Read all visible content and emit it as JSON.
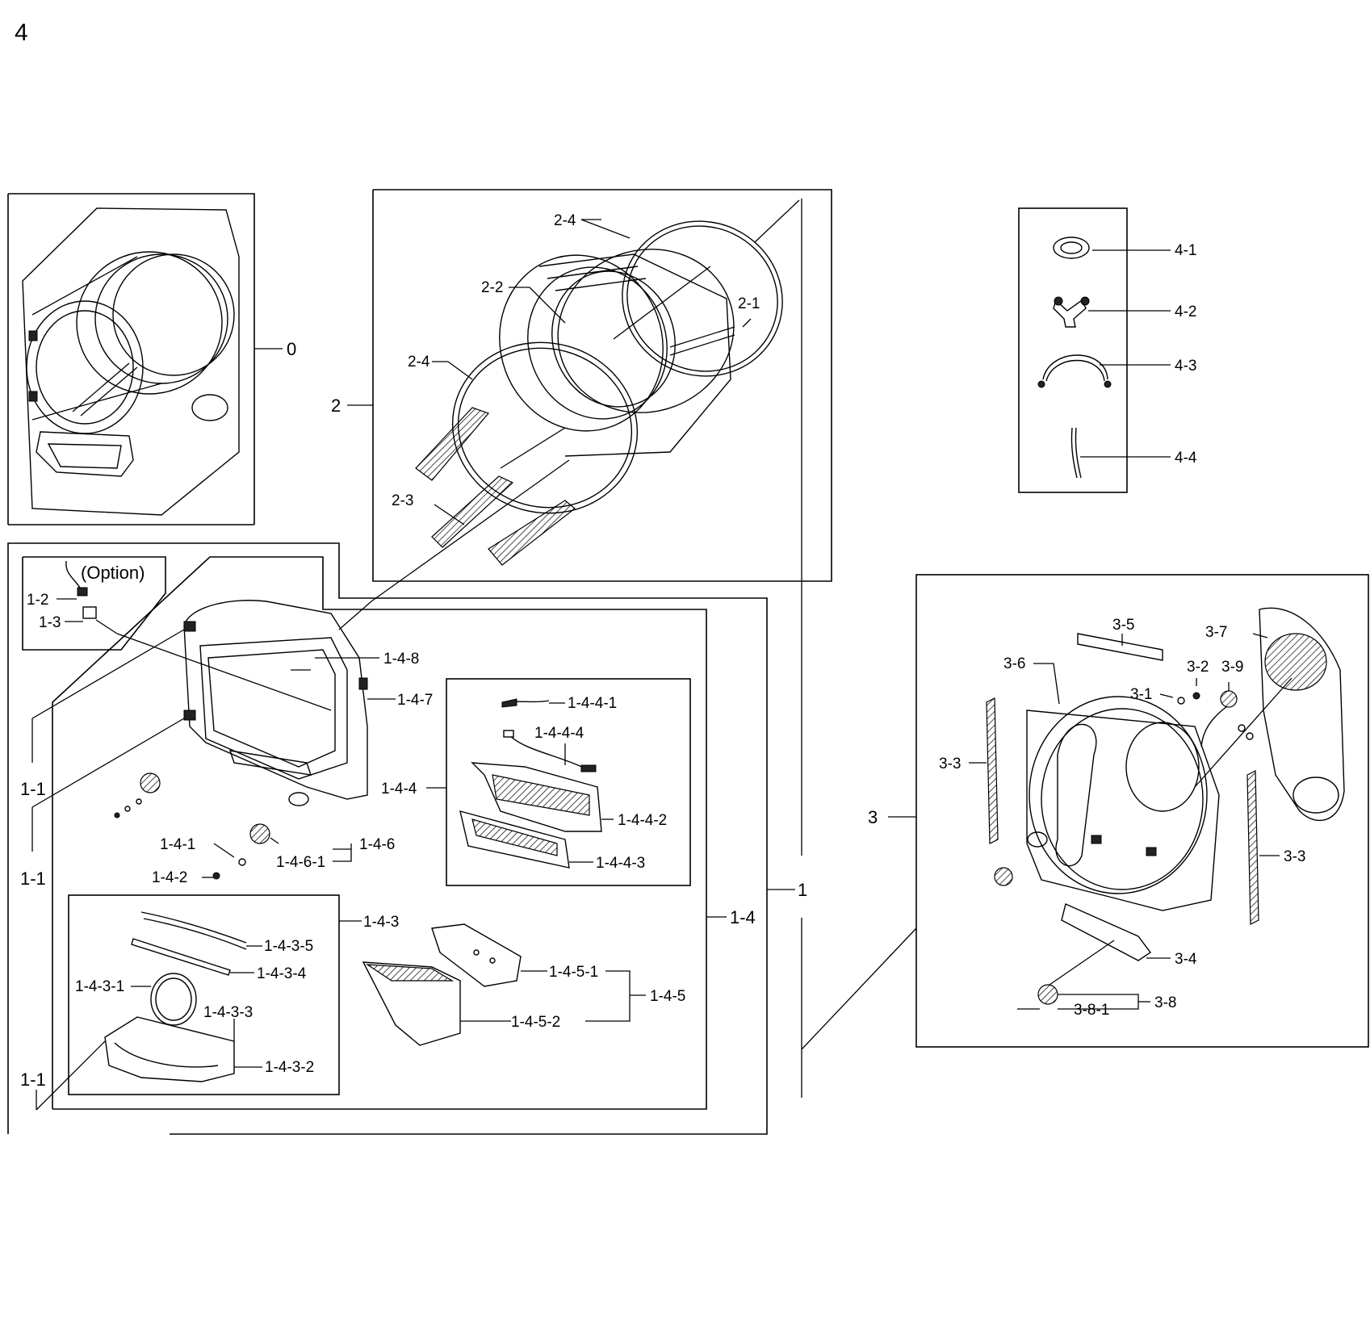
{
  "page_number": "4",
  "option_note": "(Option)",
  "labels": {
    "l_0": "0",
    "l_1": "1",
    "l_2": "2",
    "l_3": "3",
    "l_1_1a": "1-1",
    "l_1_1b": "1-1",
    "l_1_1c": "1-1",
    "l_1_2": "1-2",
    "l_1_3": "1-3",
    "l_1_4": "1-4",
    "l_1_4_1": "1-4-1",
    "l_1_4_2": "1-4-2",
    "l_1_4_3": "1-4-3",
    "l_1_4_3_1": "1-4-3-1",
    "l_1_4_3_2": "1-4-3-2",
    "l_1_4_3_3": "1-4-3-3",
    "l_1_4_3_4": "1-4-3-4",
    "l_1_4_3_5": "1-4-3-5",
    "l_1_4_4": "1-4-4",
    "l_1_4_4_1": "1-4-4-1",
    "l_1_4_4_2": "1-4-4-2",
    "l_1_4_4_3": "1-4-4-3",
    "l_1_4_4_4": "1-4-4-4",
    "l_1_4_5": "1-4-5",
    "l_1_4_5_1": "1-4-5-1",
    "l_1_4_5_2": "1-4-5-2",
    "l_1_4_6": "1-4-6",
    "l_1_4_6_1": "1-4-6-1",
    "l_1_4_7": "1-4-7",
    "l_1_4_8": "1-4-8",
    "l_2_1": "2-1",
    "l_2_2": "2-2",
    "l_2_3": "2-3",
    "l_2_4a": "2-4",
    "l_2_4b": "2-4",
    "l_3_1": "3-1",
    "l_3_2": "3-2",
    "l_3_3a": "3-3",
    "l_3_3b": "3-3",
    "l_3_4": "3-4",
    "l_3_5": "3-5",
    "l_3_6": "3-6",
    "l_3_7": "3-7",
    "l_3_8": "3-8",
    "l_3_8_1": "3-8-1",
    "l_3_9": "3-9",
    "l_4_1": "4-1",
    "l_4_2": "4-2",
    "l_4_3": "4-3",
    "l_4_4": "4-4"
  }
}
